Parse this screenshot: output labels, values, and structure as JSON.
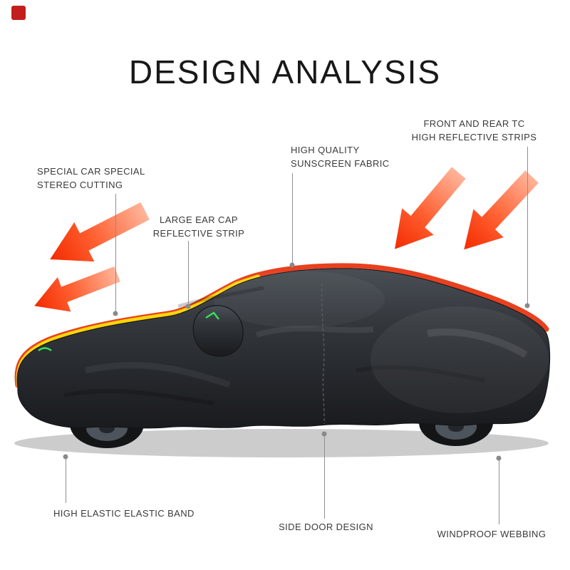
{
  "title": "DESIGN ANALYSIS",
  "callouts": {
    "stereo_cutting": {
      "line1": "SPECIAL CAR SPECIAL",
      "line2": "STEREO CUTTING"
    },
    "ear_cap": {
      "line1": "LARGE EAR CAP",
      "line2": "REFLECTIVE STRIP"
    },
    "sunscreen_fabric": {
      "line1": "HIGH QUALITY",
      "line2": "SUNSCREEN FABRIC"
    },
    "reflective_strips": {
      "line1": "FRONT AND REAR TC",
      "line2": "HIGH REFLECTIVE STRIPS"
    },
    "elastic_band": {
      "label": "HIGH ELASTIC ELASTIC BAND"
    },
    "side_door": {
      "label": "SIDE DOOR DESIGN"
    },
    "windproof_webbing": {
      "label": "WINDPROOF WEBBING"
    }
  },
  "colors": {
    "arrow_gradient_start": "#f32b00",
    "arrow_gradient_end": "#ffb59b",
    "stripe_red": "#e8411f",
    "stripe_yellow": "#ffd60a",
    "cover_dark": "#24272b",
    "leader_line": "#8f8f8f",
    "accent_green": "#35e05a",
    "text": "#3a3a3a",
    "background": "#ffffff"
  }
}
